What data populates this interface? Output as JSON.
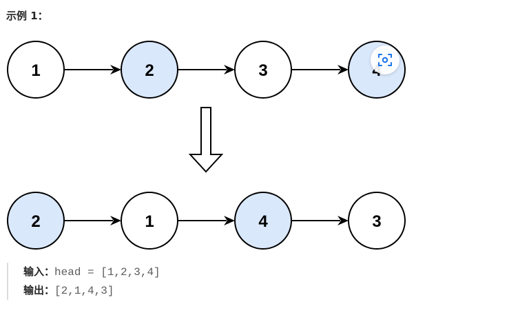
{
  "example": {
    "title": "示例 1："
  },
  "diagram": {
    "node_fill": "#dae8fc",
    "plain_fill": "#ffffff",
    "top_row": [
      {
        "label": "1",
        "highlighted": false
      },
      {
        "label": "2",
        "highlighted": true
      },
      {
        "label": "3",
        "highlighted": false
      },
      {
        "label": "4",
        "highlighted": true
      }
    ],
    "bottom_row": [
      {
        "label": "2",
        "highlighted": true
      },
      {
        "label": "1",
        "highlighted": false
      },
      {
        "label": "4",
        "highlighted": true
      },
      {
        "label": "3",
        "highlighted": false
      }
    ]
  },
  "io": {
    "input_label": "输入：",
    "input_value": "head = [1,2,3,4]",
    "output_label": "输出：",
    "output_value": "[2,1,4,3]"
  },
  "overlay": {
    "icon": "scan-icon",
    "accent": "#1a73e8"
  }
}
